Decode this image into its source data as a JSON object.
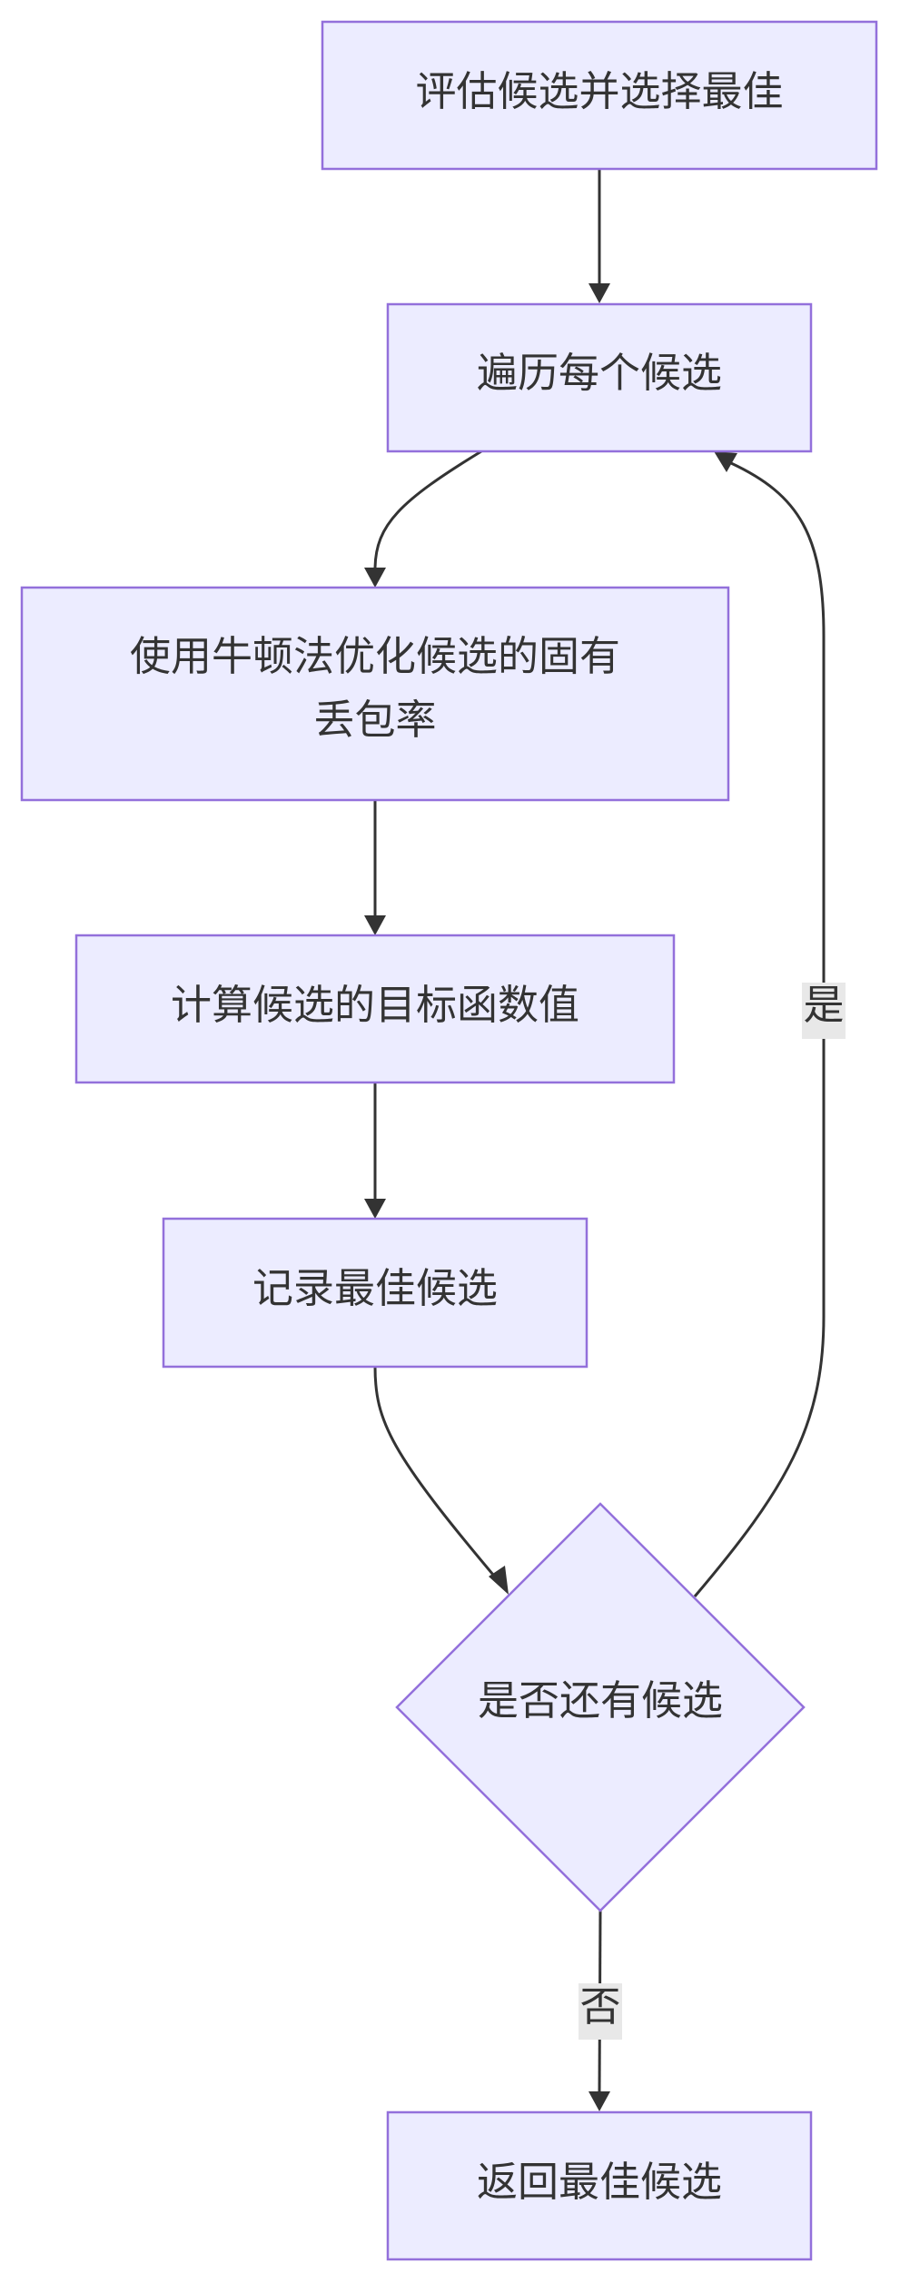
{
  "colors": {
    "node_fill": "#ECECFF",
    "node_stroke": "#9370DB",
    "edge": "#333333",
    "text": "#333333",
    "edge_label_bg": "#e8e8e8"
  },
  "nodes": {
    "evaluate": "评估候选并选择最佳",
    "iterate": "遍历每个候选",
    "optimize_line1": "使用牛顿法优化候选的固有",
    "optimize_line2": "丢包率",
    "compute": "计算候选的目标函数值",
    "record": "记录最佳候选",
    "decision": "是否还有候选",
    "return_best": "返回最佳候选"
  },
  "edge_labels": {
    "yes": "是",
    "no": "否"
  }
}
